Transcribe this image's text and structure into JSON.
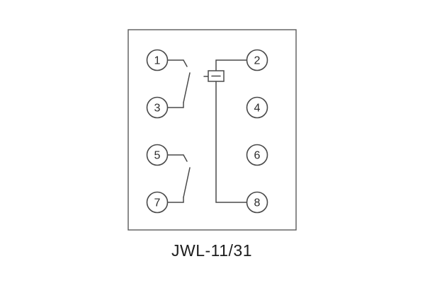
{
  "diagram": {
    "title": "JWL-11/31",
    "type": "relay-terminal-wiring-diagram",
    "terminals": [
      {
        "label": "1"
      },
      {
        "label": "2"
      },
      {
        "label": "3"
      },
      {
        "label": "4"
      },
      {
        "label": "5"
      },
      {
        "label": "6"
      },
      {
        "label": "7"
      },
      {
        "label": "8"
      }
    ],
    "connections": [
      {
        "from": "1",
        "to": "3",
        "via": "open-contact"
      },
      {
        "from": "5",
        "to": "7",
        "via": "open-contact"
      },
      {
        "from": "2",
        "to": "8",
        "via": "coil"
      }
    ],
    "colors": {
      "line": "#4a4a4a",
      "background": "#ffffff",
      "text": "#1c1c1c"
    }
  }
}
